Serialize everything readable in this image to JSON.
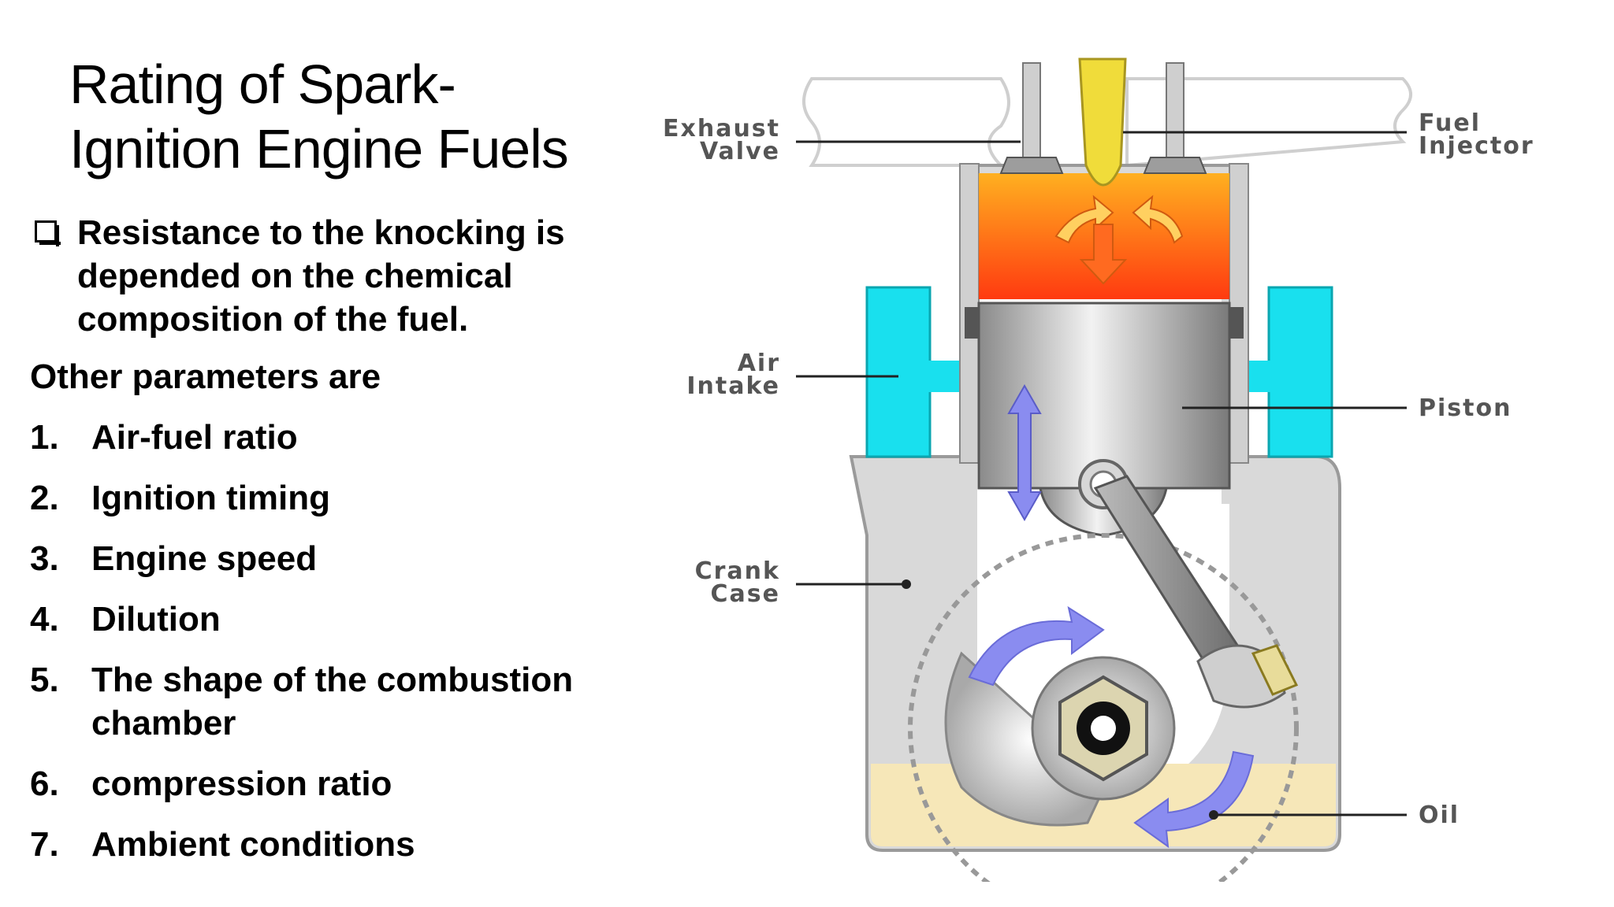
{
  "slide": {
    "title_line1": "Rating of Spark-",
    "title_line2": "Ignition Engine Fuels",
    "bullet": "Resistance to the knocking is depended on the chemical composition of the fuel.",
    "bullet_line1": "Resistance to the knocking is",
    "bullet_line2": "depended on the chemical",
    "bullet_line3": "composition of the fuel.",
    "lead": "Other parameters are",
    "parameters": [
      {
        "num": "1.",
        "text": "Air-fuel ratio"
      },
      {
        "num": "2.",
        "text": "Ignition timing"
      },
      {
        "num": "3.",
        "text": "Engine speed"
      },
      {
        "num": "4.",
        "text": "Dilution"
      },
      {
        "num": "5.",
        "text": "The shape of the combustion chamber",
        "line1": "The shape of the combustion",
        "line2": "chamber"
      },
      {
        "num": "6.",
        "text": "compression ratio"
      },
      {
        "num": "7.",
        "text": "Ambient conditions"
      }
    ]
  },
  "diagram": {
    "labels": {
      "exhaust_1": "Exhaust",
      "exhaust_2": "Valve",
      "fuel_1": "Fuel",
      "fuel_2": "Injector",
      "air_1": "Air",
      "air_2": "Intake",
      "piston": "Piston",
      "crank_1": "Crank",
      "crank_2": "Case",
      "oil": "Oil"
    },
    "colors": {
      "combustion_top": "#ffb020",
      "combustion_bottom": "#ff3a10",
      "intake": "#19e0ee",
      "arrow_blue": "#8a8cf0",
      "oil": "#f6e7b8",
      "crankcase": "#d9d9d9",
      "injector": "#f0dc3a"
    }
  }
}
